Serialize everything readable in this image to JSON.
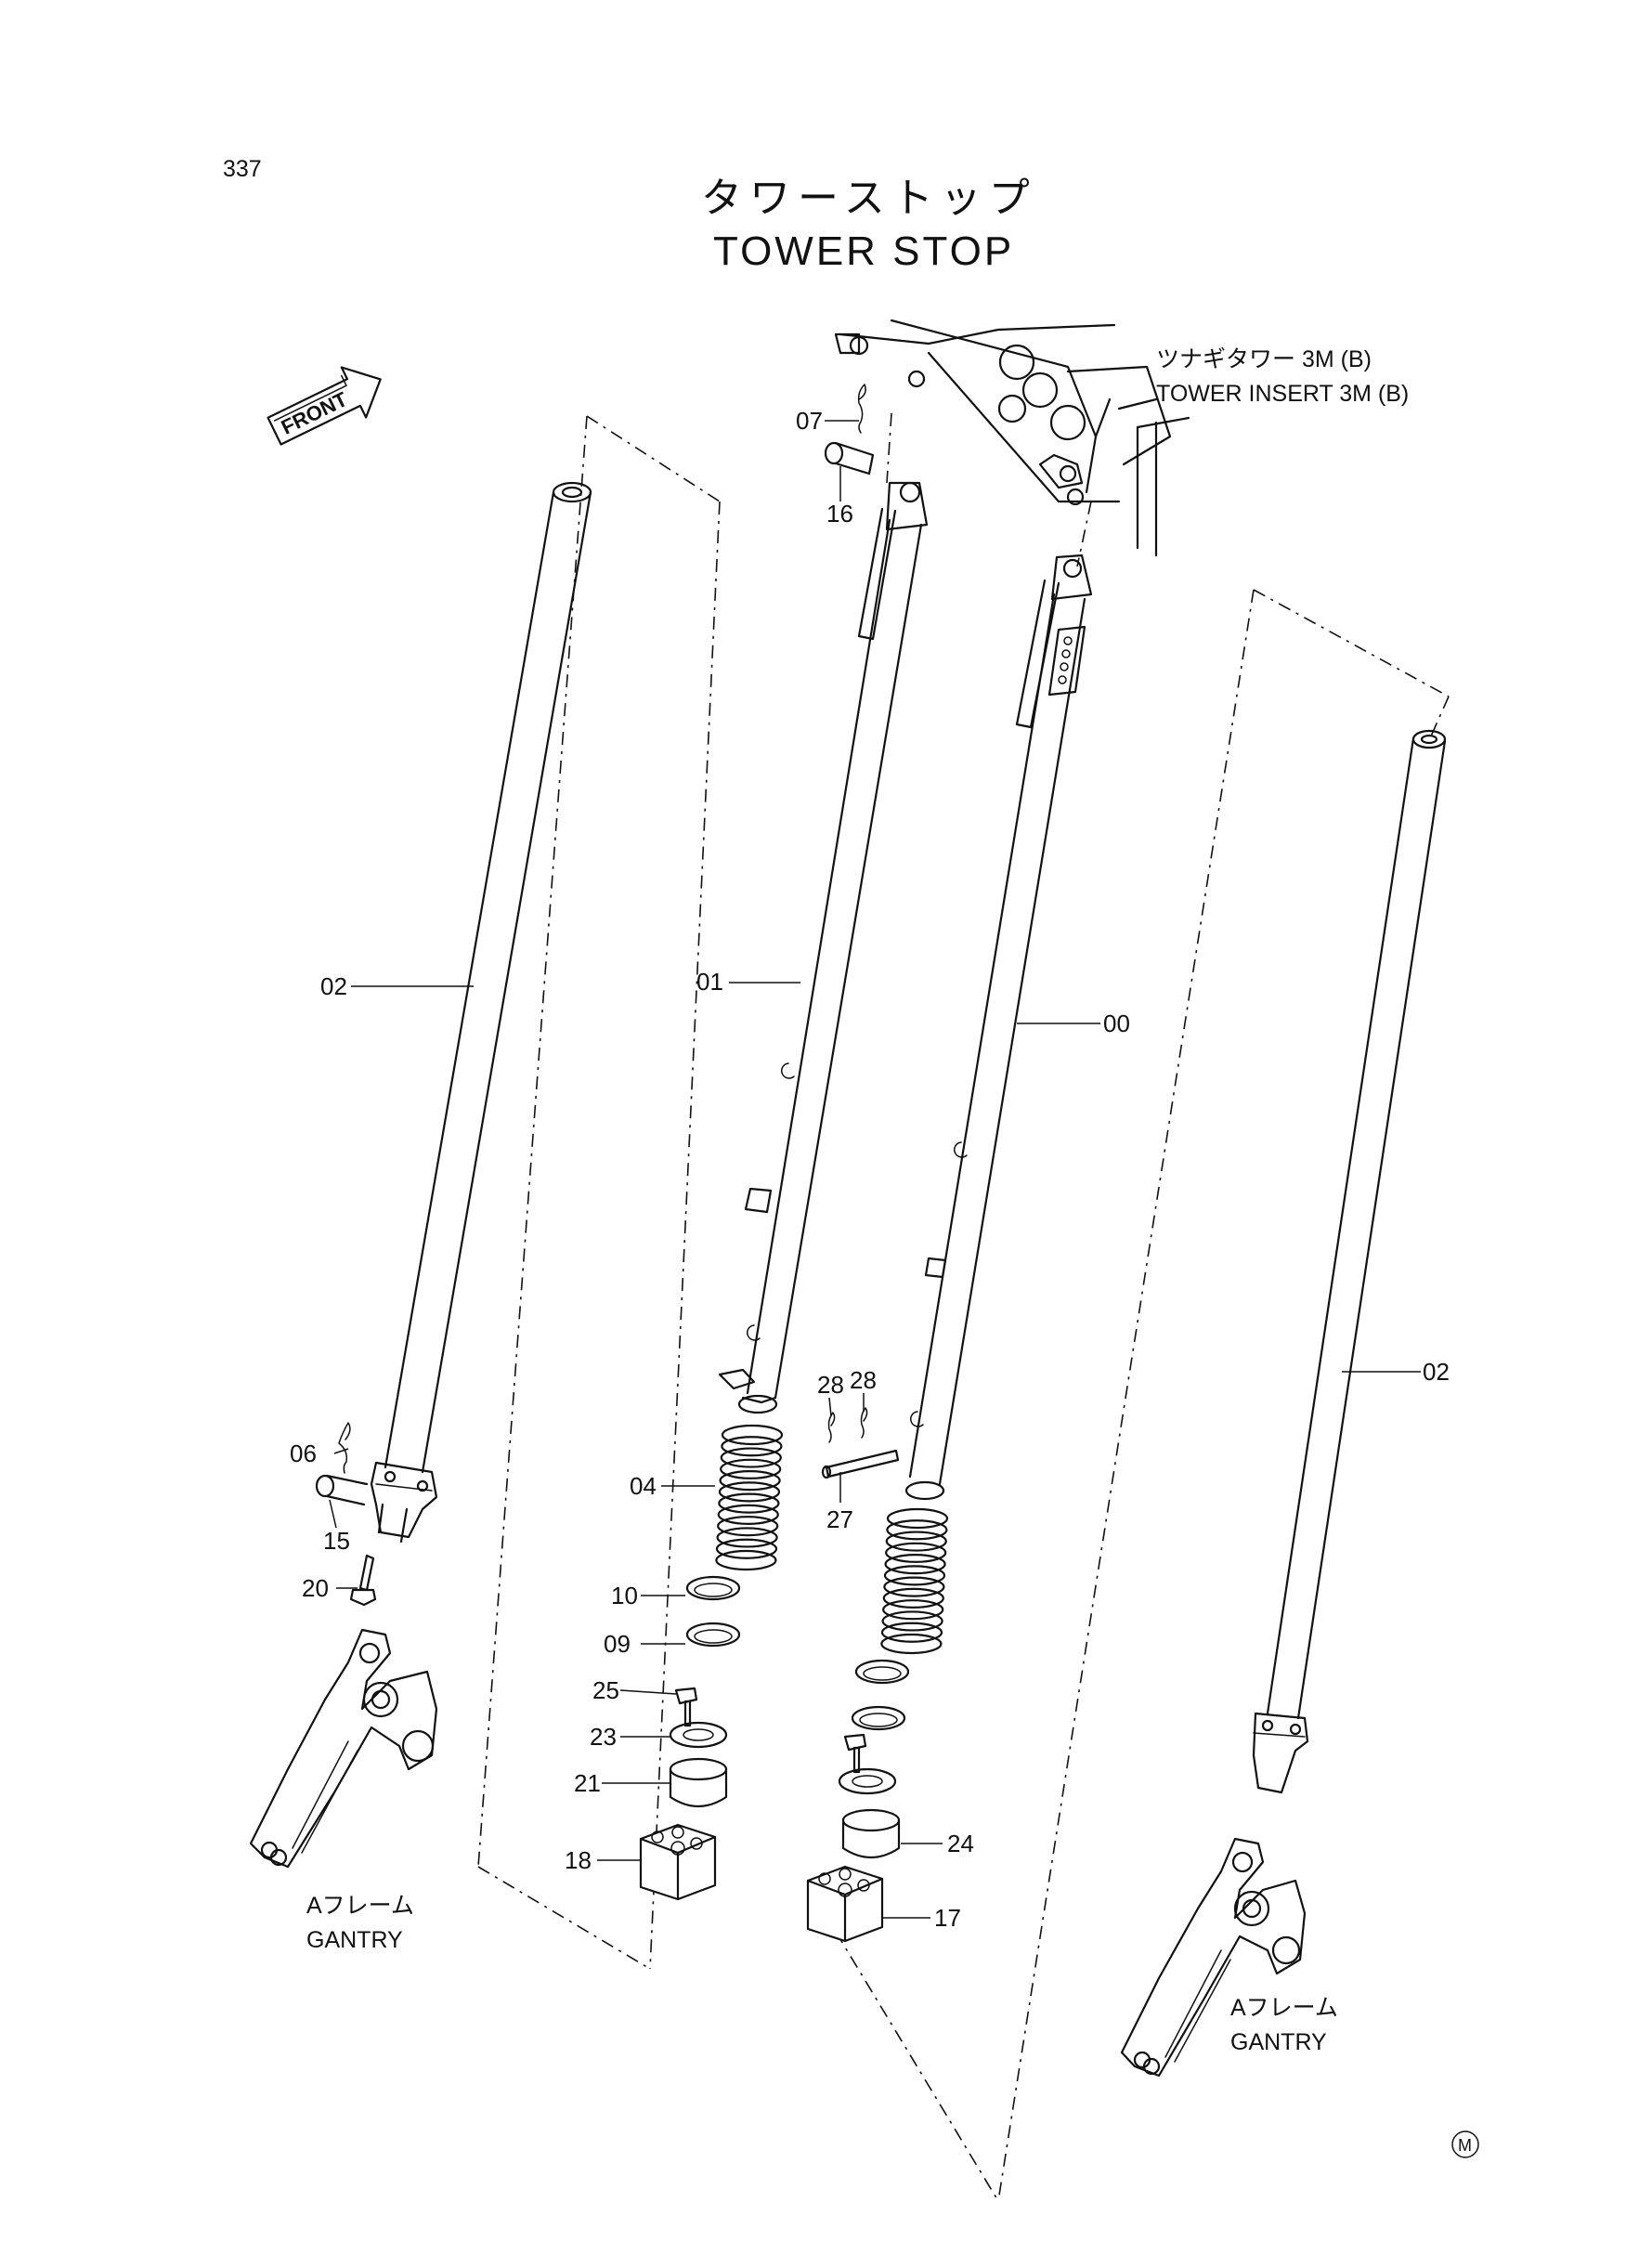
{
  "page_number": "337",
  "title_jp": "タワーストップ",
  "title_en": "TOWER STOP",
  "front_label": "FRONT",
  "insert_ref": {
    "jp": "ツナギタワー 3M (B)",
    "en": "TOWER INSERT 3M (B)"
  },
  "gantry_left": {
    "jp": "Aフレーム",
    "en": "GANTRY"
  },
  "gantry_right": {
    "jp": "Aフレーム",
    "en": "GANTRY"
  },
  "mark": "M",
  "callouts": {
    "c00": "00",
    "c01": "01",
    "c02_left": "02",
    "c02_right": "02",
    "c04": "04",
    "c06": "06",
    "c07": "07",
    "c09": "09",
    "c10": "10",
    "c15": "15",
    "c16": "16",
    "c17": "17",
    "c18": "18",
    "c20": "20",
    "c21": "21",
    "c23": "23",
    "c24": "24",
    "c25": "25",
    "c27": "27",
    "c28a": "28",
    "c28b": "28"
  }
}
